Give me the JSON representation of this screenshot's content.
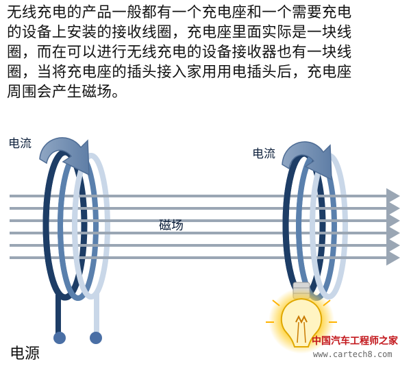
{
  "description": {
    "lines": [
      "无线充电的产品一般都有一个充电座和一个需要充电",
      "的设备上安装的接收线圈，充电座里面实际是一块线",
      "圈，而在可以进行无线充电的设备接收器也有一块线",
      "圈，当将充电座的插头接入家用用电插头后，充电座",
      "周围会产生磁场。"
    ]
  },
  "diagram": {
    "current_label_left": "电流",
    "current_label_right": "电流",
    "field_label": "磁场",
    "power_label": "电源"
  },
  "watermark": {
    "site_name": "中国汽车工程师之家",
    "url": "www.cartech8.com"
  },
  "colors": {
    "coil_dark": "#1d3d66",
    "coil_mid": "#5a80ad",
    "coil_light": "#c9d7e8",
    "field_line": "#9aa6b4",
    "arrow_fill": "#7f97b7",
    "bulb_glow": "#ffd23a",
    "watermark_red": "#c2161b"
  }
}
